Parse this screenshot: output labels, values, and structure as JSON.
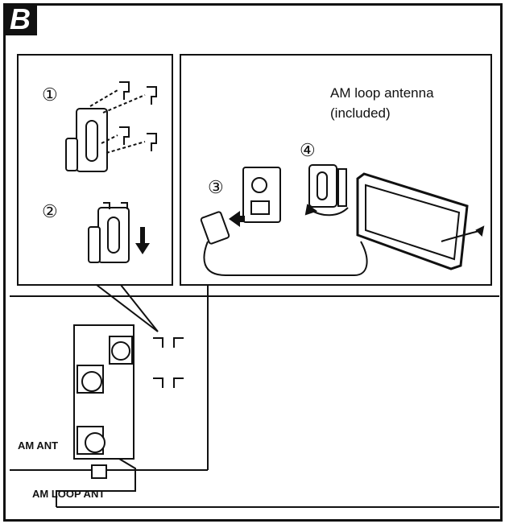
{
  "figure": {
    "badge": "B"
  },
  "steps": {
    "s1": "①",
    "s2": "②",
    "s3": "③",
    "s4": "④"
  },
  "callout": {
    "line1": "AM loop antenna",
    "line2": "(included)"
  },
  "labels": {
    "am_ant": "AM ANT",
    "am_loop_ant": "AM LOOP ANT"
  }
}
